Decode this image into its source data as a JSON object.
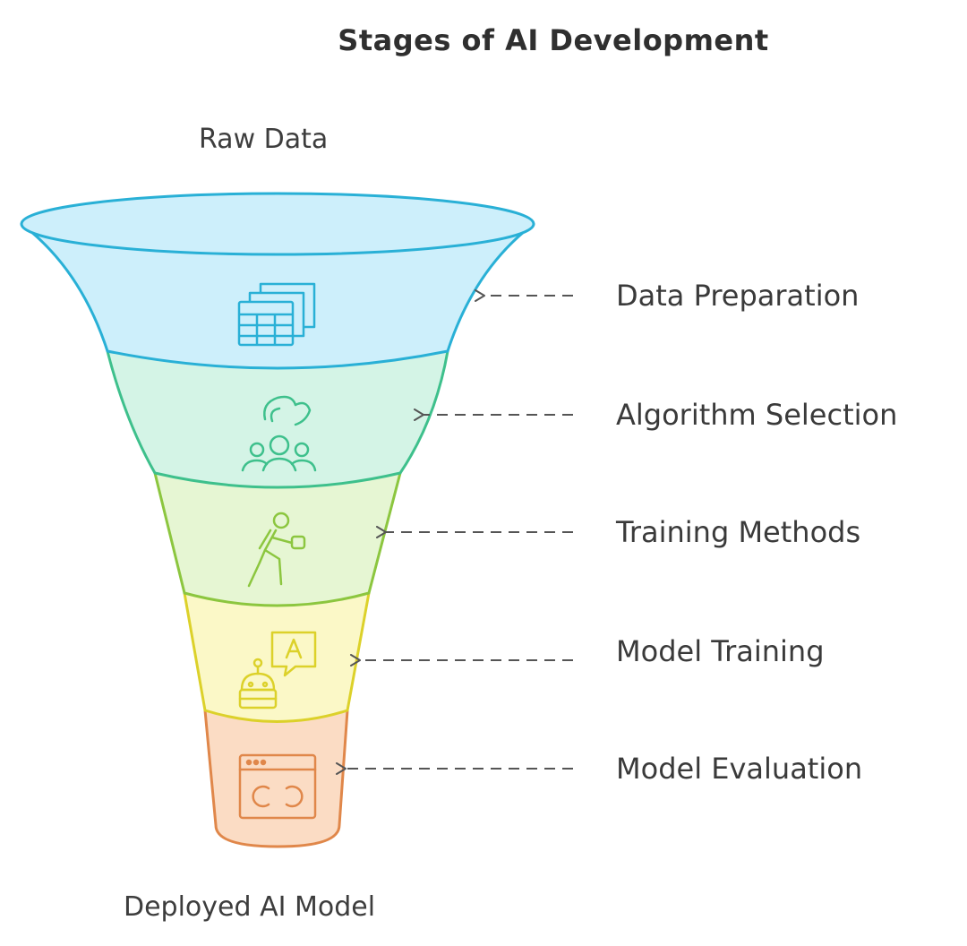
{
  "title": "Stages of AI Development",
  "input_label": "Raw Data",
  "output_label": "Deployed AI Model",
  "stages": [
    {
      "label": "Data Preparation",
      "icon": "table-stack-icon",
      "color": "#29b0d6",
      "fill": "#cdeffb"
    },
    {
      "label": "Algorithm Selection",
      "icon": "team-hand-icon",
      "color": "#3ec08c",
      "fill": "#d4f4e6"
    },
    {
      "label": "Training Methods",
      "icon": "exercise-figure-icon",
      "color": "#8cc63f",
      "fill": "#e6f6d3"
    },
    {
      "label": "Model Training",
      "icon": "robot-chat-icon",
      "color": "#dcd12a",
      "fill": "#fbf8c7"
    },
    {
      "label": "Model Evaluation",
      "icon": "browser-window-icon",
      "color": "#e0874a",
      "fill": "#fbdcc4"
    }
  ]
}
